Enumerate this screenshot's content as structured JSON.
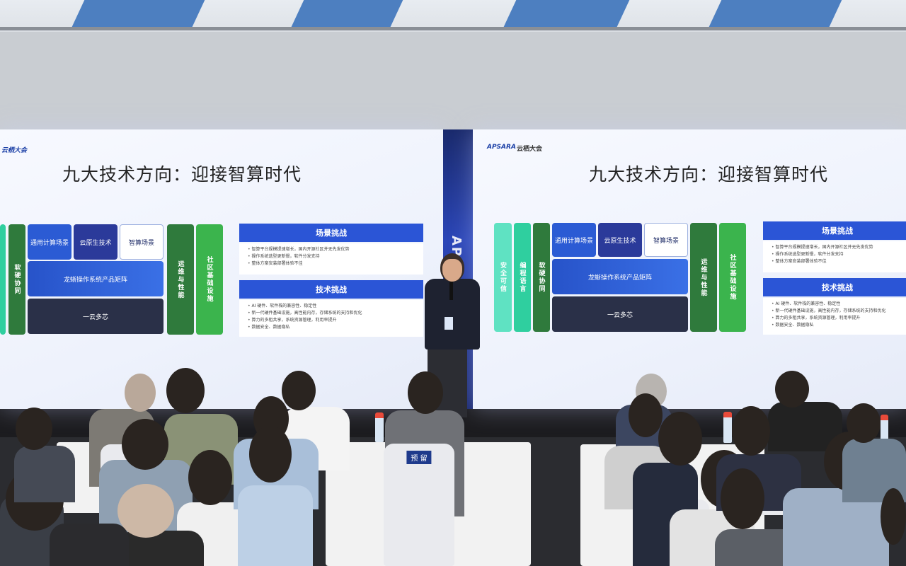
{
  "left_screen": {
    "logo": "云栖大会",
    "title": "九大技术方向：迎接智算时代",
    "blocks": {
      "general_compute": "通用计算场景",
      "cloud_native": "云原生技术",
      "smart_compute": "智算场景",
      "matrix": "龙蜥操作系统产品矩阵",
      "multicore": "一云多芯",
      "soft_hard": "软硬协同",
      "ops_perf": "运维与性能",
      "community": "社区基础设施"
    },
    "scene_challenge": {
      "title": "场景挑战",
      "items": [
        "智算平台规模提速增长，国内开源社区并无先发优势",
        "操作系统选型更新慢，软件分发支持",
        "整体方案安装部署体验不佳"
      ]
    },
    "tech_challenge": {
      "title": "技术挑战",
      "items": [
        "AI 硬件、软件栈的兼容性、稳定性",
        "新一代硬件基础设施，高性能内存，存储系统的支持和优化",
        "算力的多租共享，系统资源管理，利用率提升",
        "数据安全、数据隐私"
      ]
    }
  },
  "center_pillar": {
    "text": "APSARA"
  },
  "right_screen": {
    "logo_brand": "APSARA",
    "logo_text": "云栖大会",
    "title": "九大技术方向：迎接智算时代",
    "blocks": {
      "security": "安全可信",
      "programming": "编程语言",
      "soft_hard": "软硬协同",
      "general_compute": "通用计算场景",
      "cloud_native": "云原生技术",
      "smart_compute": "智算场景",
      "matrix": "龙蜥操作系统产品矩阵",
      "multicore": "一云多芯",
      "ops_perf": "运维与性能",
      "community": "社区基础设施"
    },
    "scene_challenge": {
      "title": "场景挑战",
      "items": [
        "智算平台规模提速增长，国内开源社区并无先发优势",
        "操作系统选型更新慢，软件分发支持",
        "整体方案安装部署体验不佳"
      ]
    },
    "tech_challenge": {
      "title": "技术挑战",
      "items": [
        "AI 硬件、软件栈的兼容性、稳定性",
        "新一代硬件基础设施，高性能内存，存储系统的支持和优化",
        "算力的多租共享，系统资源管理，利用率提升",
        "数据安全、数据隐私"
      ]
    }
  },
  "audience": {
    "reserved_label": "预 留"
  }
}
